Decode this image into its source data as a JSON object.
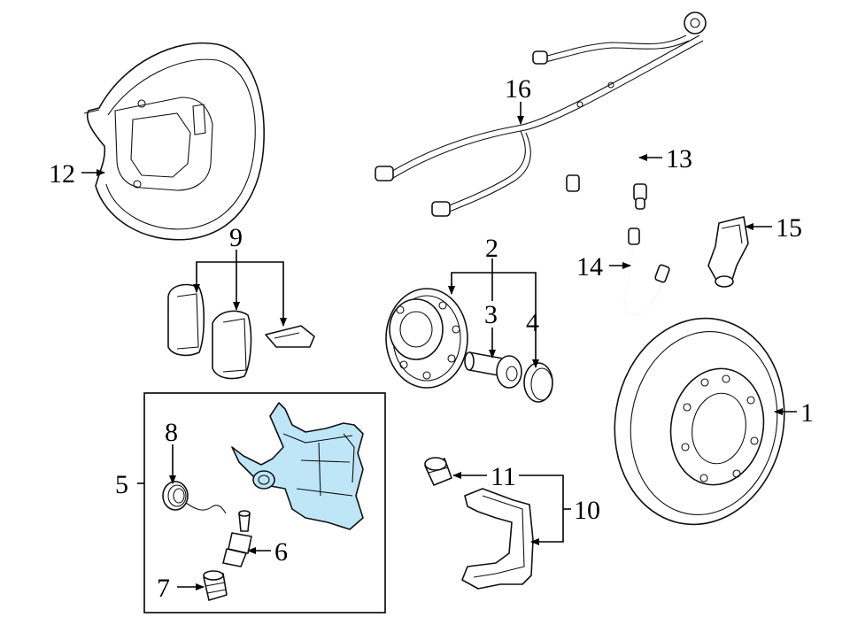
{
  "highlight_color": "#bfe6f7",
  "callouts": [
    {
      "id": "1",
      "text": "1"
    },
    {
      "id": "2",
      "text": "2"
    },
    {
      "id": "3",
      "text": "3"
    },
    {
      "id": "4",
      "text": "4"
    },
    {
      "id": "5",
      "text": "5"
    },
    {
      "id": "6",
      "text": "6"
    },
    {
      "id": "7",
      "text": "7"
    },
    {
      "id": "8",
      "text": "8"
    },
    {
      "id": "9",
      "text": "9"
    },
    {
      "id": "10",
      "text": "10"
    },
    {
      "id": "11",
      "text": "11"
    },
    {
      "id": "12",
      "text": "12"
    },
    {
      "id": "13",
      "text": "13"
    },
    {
      "id": "14",
      "text": "14"
    },
    {
      "id": "15",
      "text": "15"
    },
    {
      "id": "16",
      "text": "16"
    }
  ]
}
